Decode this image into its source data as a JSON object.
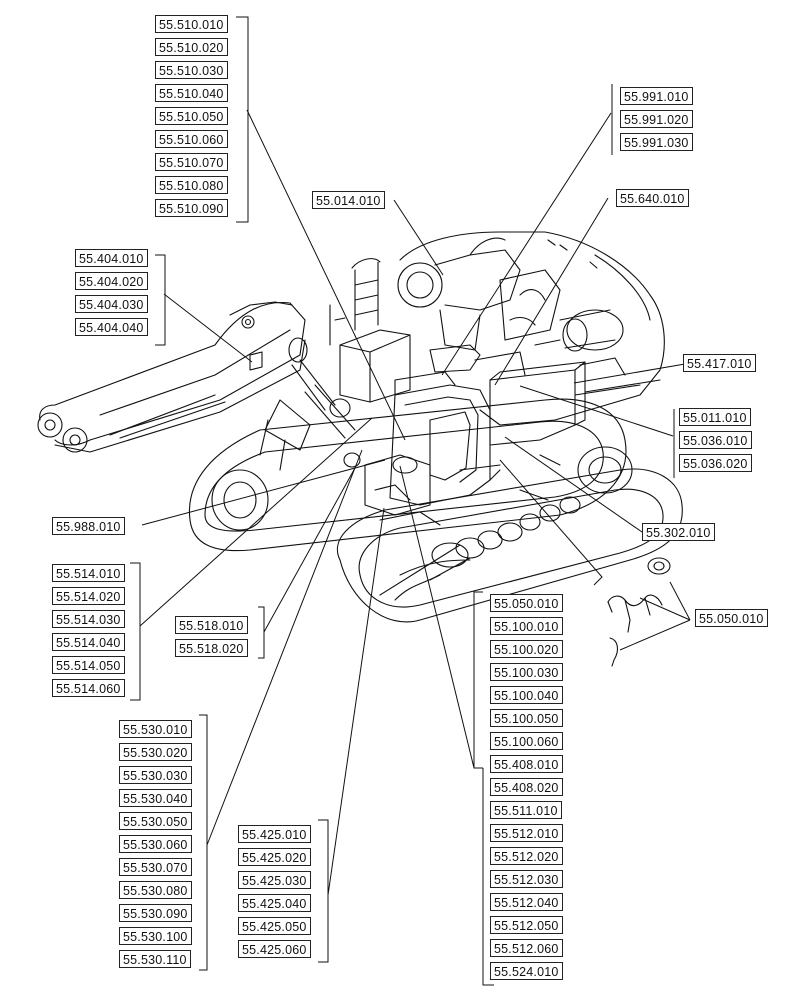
{
  "groups": {
    "g1": [
      "55.510.010",
      "55.510.020",
      "55.510.030",
      "55.510.040",
      "55.510.050",
      "55.510.060",
      "55.510.070",
      "55.510.080",
      "55.510.090"
    ],
    "g2": [
      "55.991.010",
      "55.991.020",
      "55.991.030"
    ],
    "g3": [
      "55.014.010"
    ],
    "g4": [
      "55.640.010"
    ],
    "g5": [
      "55.404.010",
      "55.404.020",
      "55.404.030",
      "55.404.040"
    ],
    "g6": [
      "55.417.010"
    ],
    "g7": [
      "55.011.010",
      "55.036.010",
      "55.036.020"
    ],
    "g8": [
      "55.988.010"
    ],
    "g9": [
      "55.302.010"
    ],
    "g10": [
      "55.514.010",
      "55.514.020",
      "55.514.030",
      "55.514.040",
      "55.514.050",
      "55.514.060"
    ],
    "g11": [
      "55.050.010"
    ],
    "g12": [
      "55.050.010",
      "55.100.010",
      "55.100.020",
      "55.100.030",
      "55.100.040",
      "55.100.050",
      "55.100.060",
      "55.408.010",
      "55.408.020",
      "55.511.010",
      "55.512.010",
      "55.512.020",
      "55.512.030",
      "55.512.040",
      "55.512.050",
      "55.512.060",
      "55.524.010"
    ],
    "g13": [
      "55.518.010",
      "55.518.020"
    ],
    "g14": [
      "55.530.010",
      "55.530.020",
      "55.530.030",
      "55.530.040",
      "55.530.050",
      "55.530.060",
      "55.530.070",
      "55.530.080",
      "55.530.090",
      "55.530.100",
      "55.530.110"
    ],
    "g15": [
      "55.425.010",
      "55.425.020",
      "55.425.030",
      "55.425.040",
      "55.425.050",
      "55.425.060"
    ]
  }
}
